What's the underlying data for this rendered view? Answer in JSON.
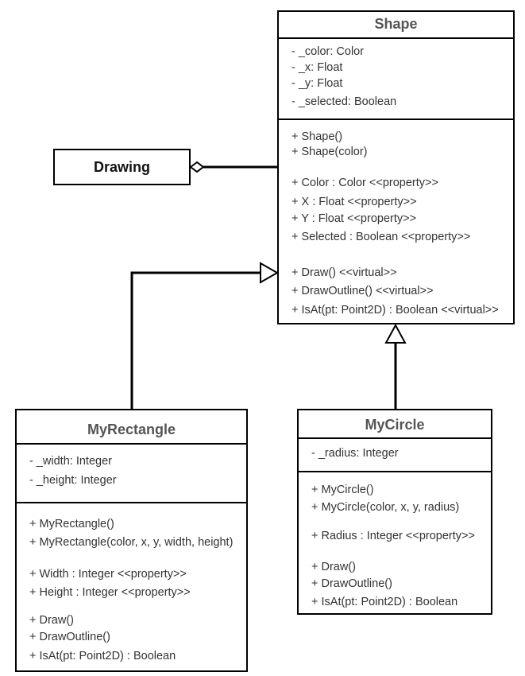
{
  "drawing": {
    "title": "Drawing"
  },
  "shape": {
    "title": "Shape",
    "attributes": [
      "- _color: Color",
      "- _x: Float",
      "- _y: Float",
      "- _selected: Boolean"
    ],
    "operations": [
      "+ Shape()",
      "+ Shape(color)",
      "+ Color : Color <<property>>",
      "+ X : Float <<property>>",
      "+ Y : Float <<property>>",
      "+ Selected : Boolean <<property>>",
      "+ Draw() <<virtual>>",
      "+ DrawOutline() <<virtual>>",
      "+ IsAt(pt: Point2D) : Boolean <<virtual>>"
    ]
  },
  "rectangle": {
    "title": "MyRectangle",
    "attributes": [
      "- _width: Integer",
      "- _height: Integer"
    ],
    "operations": [
      "+ MyRectangle()",
      "+ MyRectangle(color, x, y, width, height)",
      "+ Width : Integer <<property>>",
      "+ Height : Integer <<property>>",
      "+ Draw()",
      "+ DrawOutline()",
      "+ IsAt(pt: Point2D) : Boolean"
    ]
  },
  "circle": {
    "title": "MyCircle",
    "attributes": [
      "- _radius: Integer"
    ],
    "operations": [
      "+ MyCircle()",
      "+ MyCircle(color, x, y, radius)",
      "+ Radius : Integer <<property>>",
      "+ Draw()",
      "+ DrawOutline()",
      "+ IsAt(pt: Point2D) : Boolean"
    ]
  }
}
